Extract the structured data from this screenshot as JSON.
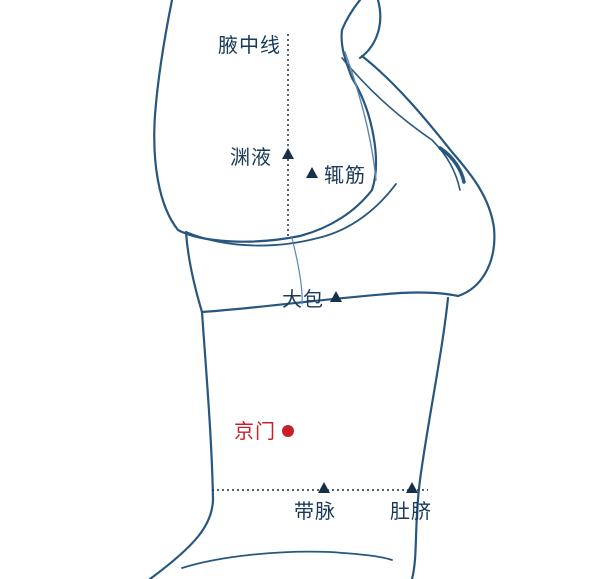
{
  "colors": {
    "outline": "#27577f",
    "outline_light": "#5f86aa",
    "marker": "#17304a",
    "text": "#1a3a5a",
    "highlight": "#c8202a"
  },
  "labels": {
    "axillary_line": "腋中线",
    "yuanye": "渊液",
    "zhejin": "辄筋",
    "dabao": "大包",
    "jingmen": "京门",
    "daimai": "带脉",
    "duqi": "肚脐"
  },
  "points": [
    {
      "key": "yuanye",
      "marker": "triangle"
    },
    {
      "key": "zhejin",
      "marker": "triangle"
    },
    {
      "key": "dabao",
      "marker": "triangle"
    },
    {
      "key": "jingmen",
      "marker": "circle",
      "highlight": true
    },
    {
      "key": "daimai",
      "marker": "triangle"
    },
    {
      "key": "duqi",
      "marker": "triangle"
    }
  ]
}
